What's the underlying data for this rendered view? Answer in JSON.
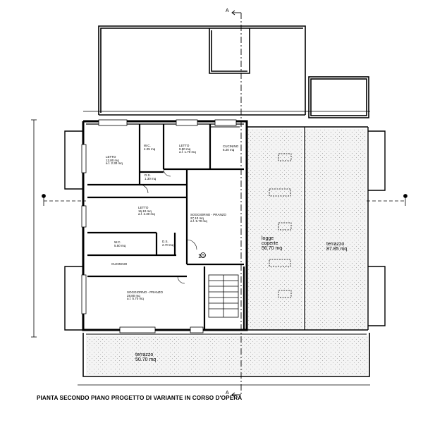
{
  "drawing": {
    "caption": "PIANTA SECONDO PIANO PROGETTO DI VARIANTE IN CORSO D'OPERA",
    "section_marker": "A",
    "stair_number": "10"
  },
  "rooms": {
    "letto_1": {
      "name": "LETTO",
      "area": "13.80 mq",
      "height": "a.f. 2.30 mq"
    },
    "wc_1": {
      "name": "W.C.",
      "area": "4.25 mq"
    },
    "letto_2": {
      "name": "LETTO",
      "area": "9.80 mq",
      "height": "a.f. 1.70 mq"
    },
    "cucinino_1": {
      "name": "CUCININO",
      "area": "6.20 mq"
    },
    "disimpegno_1": {
      "name": "D.S.",
      "area": "1.30 mq"
    },
    "letto_3": {
      "name": "LETTO",
      "area": "16.10 mq",
      "height": "a.f. 2.30 mq"
    },
    "soggiorno_1": {
      "name": "SOGGIORNO - PRANZO",
      "area": "27.10 mq",
      "height": "a.f. 5.70 mq"
    },
    "wc_2": {
      "name": "W.C.",
      "area": "5.50 mq"
    },
    "disimpegno_2": {
      "name": "D.S.",
      "area": "2.70 mq"
    },
    "cucinino_2": {
      "name": "CUCININO",
      "area": ""
    },
    "soggiorno_2": {
      "name": "SOGGIORNO - PRANZO",
      "area": "28.80 mq",
      "height": "a.f. 5.70 mq"
    },
    "logge": {
      "name_line1": "logge",
      "name_line2": "coperte",
      "area": "56.70 mq"
    },
    "terrazzo_east": {
      "name": "terrazzo",
      "area": "87.85 mq"
    },
    "terrazzo_south": {
      "name": "terrazzo",
      "area": "50.70 mq"
    }
  }
}
